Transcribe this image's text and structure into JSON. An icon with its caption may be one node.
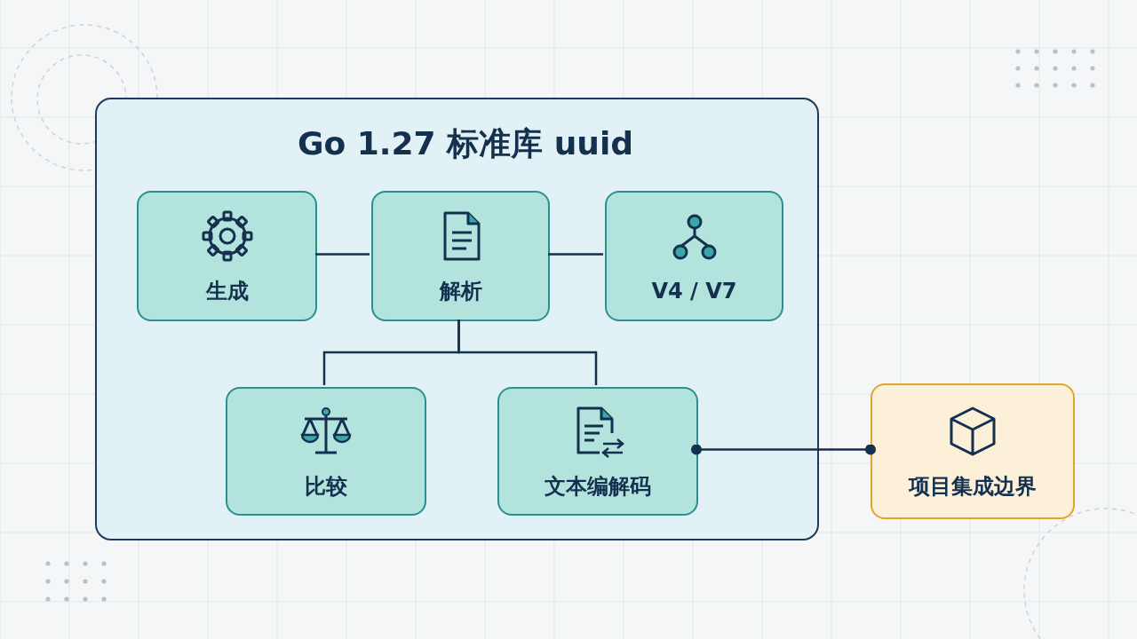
{
  "diagram": {
    "nodes": [
      {
        "text": [
          "Go 1.27 标准库 uuid"
        ]
      },
      {
        "text": [
          "生成"
        ],
        "in": 0
      },
      {
        "text": [
          "解析"
        ],
        "in": 0
      },
      {
        "text": [
          "V4 / V7"
        ],
        "in": 0
      },
      {
        "text": [
          "比较"
        ],
        "in": 0
      },
      {
        "text": [
          "文本编解码"
        ],
        "in": 0
      },
      {
        "text": [
          "项目集成边界"
        ]
      }
    ],
    "edges": [
      {
        "from": 1,
        "to": 2,
        "arrow": "none"
      },
      {
        "from": 2,
        "to": 3,
        "arrow": "none"
      },
      {
        "from": 2,
        "to": 4,
        "arrow": "none"
      },
      {
        "from": 2,
        "to": 5,
        "arrow": "none"
      },
      {
        "from": 5,
        "to": 6,
        "arrow": "other"
      }
    ]
  }
}
